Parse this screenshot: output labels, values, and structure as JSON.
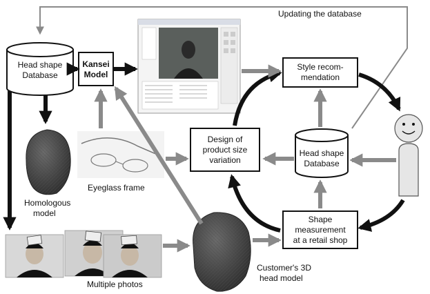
{
  "diagram": {
    "top_label": "Updating the database",
    "nodes": {
      "head_db_left": [
        "Head shape",
        "Database"
      ],
      "kansei": [
        "Kansei",
        "Model"
      ],
      "style": [
        "Style recom-",
        "mendation"
      ],
      "design": [
        "Design of",
        "product size",
        "variation"
      ],
      "head_db_right": [
        "Head shape",
        "Database"
      ],
      "shape": [
        "Shape",
        "measurement",
        "at a retail shop"
      ]
    },
    "captions": {
      "eyeglass": "Eyeglass frame",
      "homologous": [
        "Homologous",
        "model"
      ],
      "photos": "Multiple photos",
      "customer": [
        "Customer's 3D",
        "head model"
      ]
    },
    "colors": {
      "black_arrow": "#111111",
      "gray_arrow": "#8a8a8a",
      "head_fill": "#4a4a4a",
      "person_fill": "#e6e6e6"
    }
  }
}
